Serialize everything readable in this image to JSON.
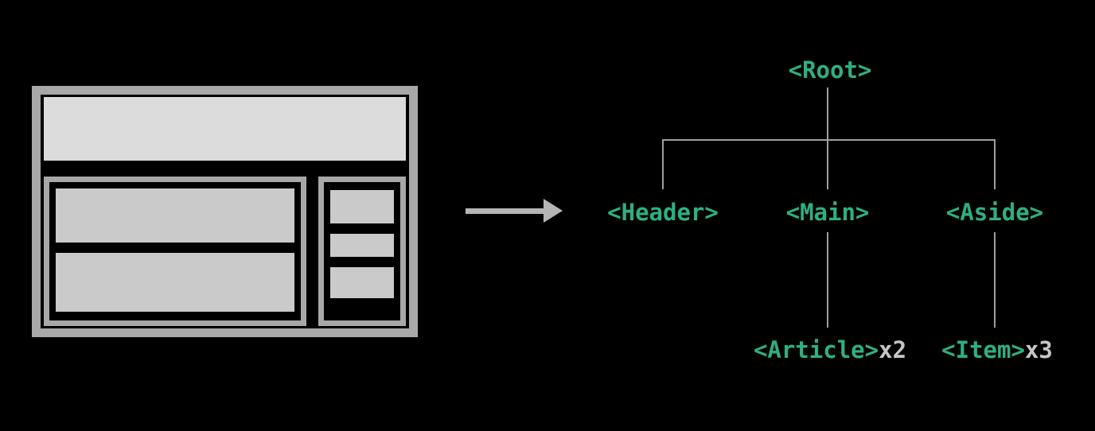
{
  "tree": {
    "root_label": "<Root>",
    "children": [
      {
        "label": "<Header>"
      },
      {
        "label": "<Main>"
      },
      {
        "label": "<Aside>"
      }
    ],
    "grandchildren": [
      {
        "label": "<Article>",
        "count": "x2"
      },
      {
        "label": "<Item>",
        "count": "x3"
      }
    ]
  },
  "wireframe": {
    "blocks": [
      "header",
      "article",
      "article",
      "item",
      "item",
      "item"
    ]
  },
  "colors": {
    "background": "#000000",
    "tag_green": "#2eb082",
    "line_gray": "#9e9e9e",
    "count_gray": "#c6c6c6",
    "arrow_gray": "#b5b5b5",
    "wireframe_border": "#a8a8a8",
    "wireframe_header_fill": "#dcdcdc",
    "wireframe_block_fill": "#cacaca"
  }
}
